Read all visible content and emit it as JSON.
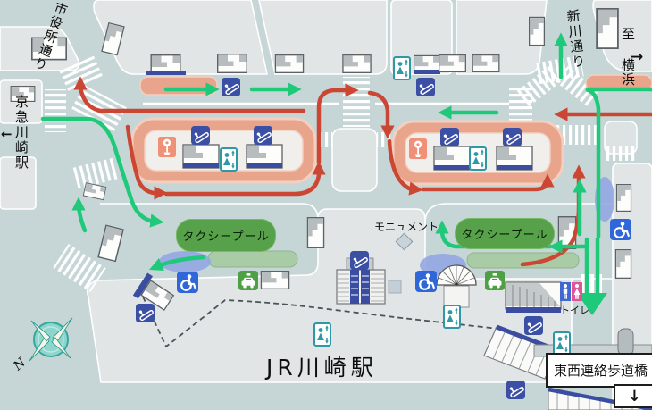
{
  "labels": {
    "street_city_hall": "市役所通り",
    "keikyu_station": "京急川崎駅",
    "street_shinkawa": "新川通り",
    "to_yokohama": "至 横浜",
    "taxi_pool_left": "タクシープール",
    "taxi_pool_right": "タクシープール",
    "monument": "モニュメント",
    "jr_station": "JR川崎駅",
    "toilet": "トイレ",
    "pedestrian_bridge": "東西連絡歩道橋",
    "compass_north": "N"
  },
  "arrows": {
    "left": "←",
    "right": "→",
    "down": "↓"
  },
  "icons": {
    "escalator-icon": "blue square, white escalator glyph",
    "elevator-icon": "teal framed square, person with up/down arrows",
    "wheelchair-icon": "blue square, white wheelchair glyph",
    "taxi-icon": "green square, white taxi glyph",
    "bus-stop-icon": "salmon square, white bus-stop pole glyph",
    "toilet-men-icon": "blue square, white man glyph",
    "toilet-women-icon": "pink square, white woman glyph",
    "compass-rose": "teal compass rose pointing north to lower-left",
    "monument-marker": "small gray diamond"
  },
  "colors": {
    "background_road": "#c6d6d6",
    "sidewalk_block": "#e1e5e5",
    "bus_loop": "#e8a58c",
    "taxi_pool_green": "#57a14b",
    "light_green_zone": "#a9cba6",
    "accessible_zone_blue": "#93a7e3",
    "green_flow_arrow": "#1ec97a",
    "red_flow_arrow": "#cb4733",
    "escalator_blue": "#3b4fa5",
    "elevator_teal": "#2f98a6",
    "wheelchair_blue": "#2f66d8",
    "taxi_green": "#4f9f45",
    "bus_stop_salmon": "#f09077",
    "toilet_blue": "#3f68d0",
    "toilet_pink": "#e0549a"
  }
}
